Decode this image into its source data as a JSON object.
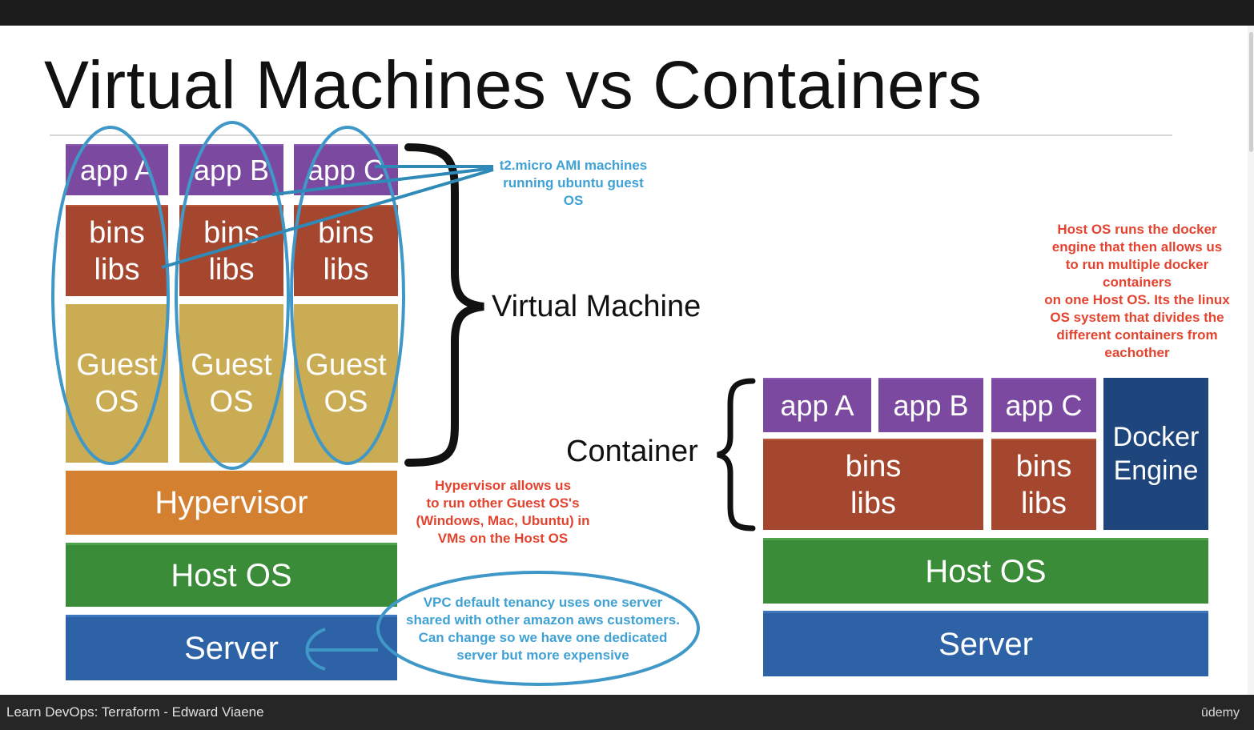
{
  "title": "Virtual Machines vs Containers",
  "footer": {
    "course": "Learn DevOps: Terraform - Edward Viaene",
    "brand": "ūdemy"
  },
  "vm": {
    "apps": [
      "app A",
      "app B",
      "app C"
    ],
    "bins": [
      "bins",
      "bins",
      "bins"
    ],
    "libs": [
      "libs",
      "libs",
      "libs"
    ],
    "guest": [
      "Guest",
      "Guest",
      "Guest"
    ],
    "os": [
      "OS",
      "OS",
      "OS"
    ],
    "hypervisor": "Hypervisor",
    "host_os": "Host OS",
    "server": "Server",
    "label": "Virtual Machine"
  },
  "container": {
    "apps": [
      "app A",
      "app B",
      "app C"
    ],
    "bins": [
      "bins",
      "bins"
    ],
    "libs": [
      "libs",
      "libs"
    ],
    "docker_line1": "Docker",
    "docker_line2": "Engine",
    "host_os": "Host OS",
    "server": "Server",
    "label": "Container"
  },
  "notes": {
    "t2micro": [
      "t2.micro AMI machines",
      "running ubuntu guest",
      "OS"
    ],
    "hypervisor": [
      "Hypervisor allows us",
      "to run other Guest OS's",
      "(Windows, Mac, Ubuntu) in",
      "VMs on the Host OS"
    ],
    "vpc": [
      "VPC default tenancy uses one server",
      "shared with other amazon aws customers.",
      "Can change so we have one dedicated",
      "server but more expensive"
    ],
    "docker": [
      "Host OS runs the docker",
      "engine that then allows us",
      "to run multiple docker",
      "containers",
      "on one Host OS. Its the linux",
      "OS system that divides the",
      "different containers from",
      "eachother"
    ]
  },
  "colors": {
    "app": "#7b4aa0",
    "bins": "#a5472f",
    "guest": "#c9ac53",
    "hypervisor": "#d48031",
    "host": "#3b8c39",
    "server": "#2d63a6",
    "docker": "#1f467c",
    "annotation_blue": "#3fa1d4",
    "annotation_red": "#e3442f"
  }
}
